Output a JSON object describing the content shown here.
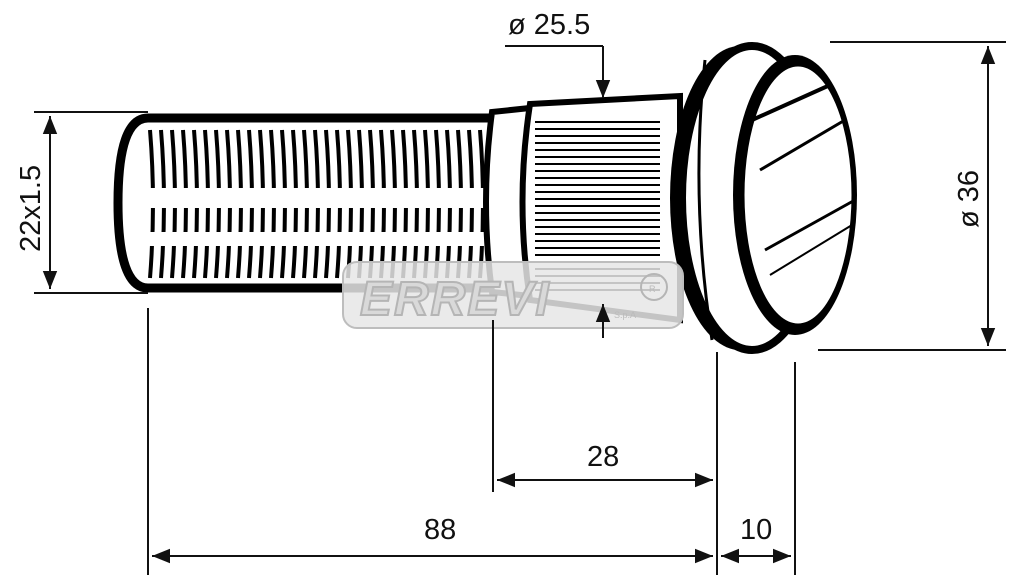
{
  "dimensions": {
    "thread": "22x1.5",
    "shank_diameter": "ø 25.5",
    "head_diameter": "ø 36",
    "knurl_length": "28",
    "total_length": "88",
    "head_thickness": "10"
  },
  "watermark": {
    "brand": "ERREVI",
    "suffix": "S.p.A",
    "registered_mark": "R"
  },
  "colors": {
    "ink": "#111111",
    "watermark": "#d9d9d9"
  }
}
